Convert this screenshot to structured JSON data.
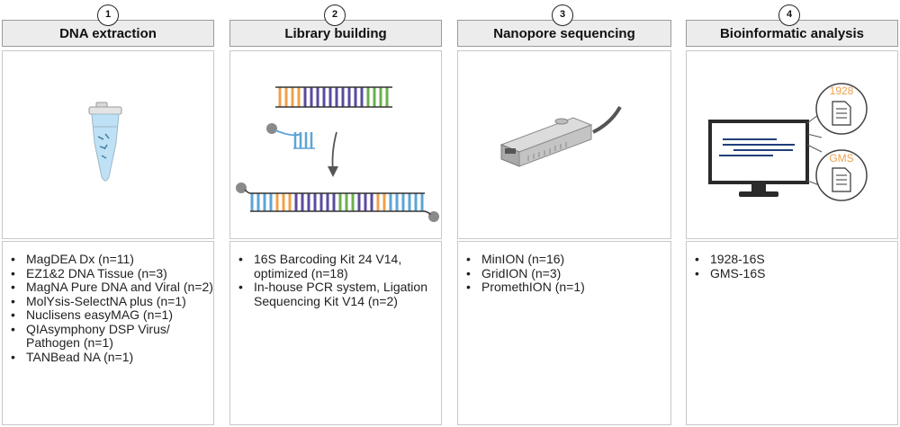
{
  "steps": [
    {
      "number": "1",
      "title": "DNA extraction",
      "items": [
        "MagDEA Dx (n=11)",
        "EZ1&2 DNA Tissue (n=3)",
        "MagNA Pure DNA and Viral (n=2)",
        "MolYsis-SelectNA plus (n=1)",
        "Nuclisens easyMAG (n=1)",
        "QIAsymphony DSP  Virus/ Pathogen (n=1)",
        "TANBead NA (n=1)"
      ]
    },
    {
      "number": "2",
      "title": "Library building",
      "items": [
        "16S Barcoding Kit 24 V14, optimized (n=18)",
        "In-house PCR system, Ligation Sequencing Kit V14 (n=2)"
      ]
    },
    {
      "number": "3",
      "title": "Nanopore sequencing",
      "items": [
        "MinION (n=16)",
        "GridION (n=3)",
        "PromethION (n=1)"
      ]
    },
    {
      "number": "4",
      "title": "Bioinformatic analysis",
      "items": [
        "1928-16S",
        "GMS-16S"
      ],
      "tools": [
        "1928",
        "GMS"
      ]
    }
  ],
  "colors": {
    "orange": "#f0a04b",
    "purple": "#5b4b9e",
    "green": "#6ab04c",
    "blue": "#5da4d6",
    "navy": "#1f3f7a"
  }
}
